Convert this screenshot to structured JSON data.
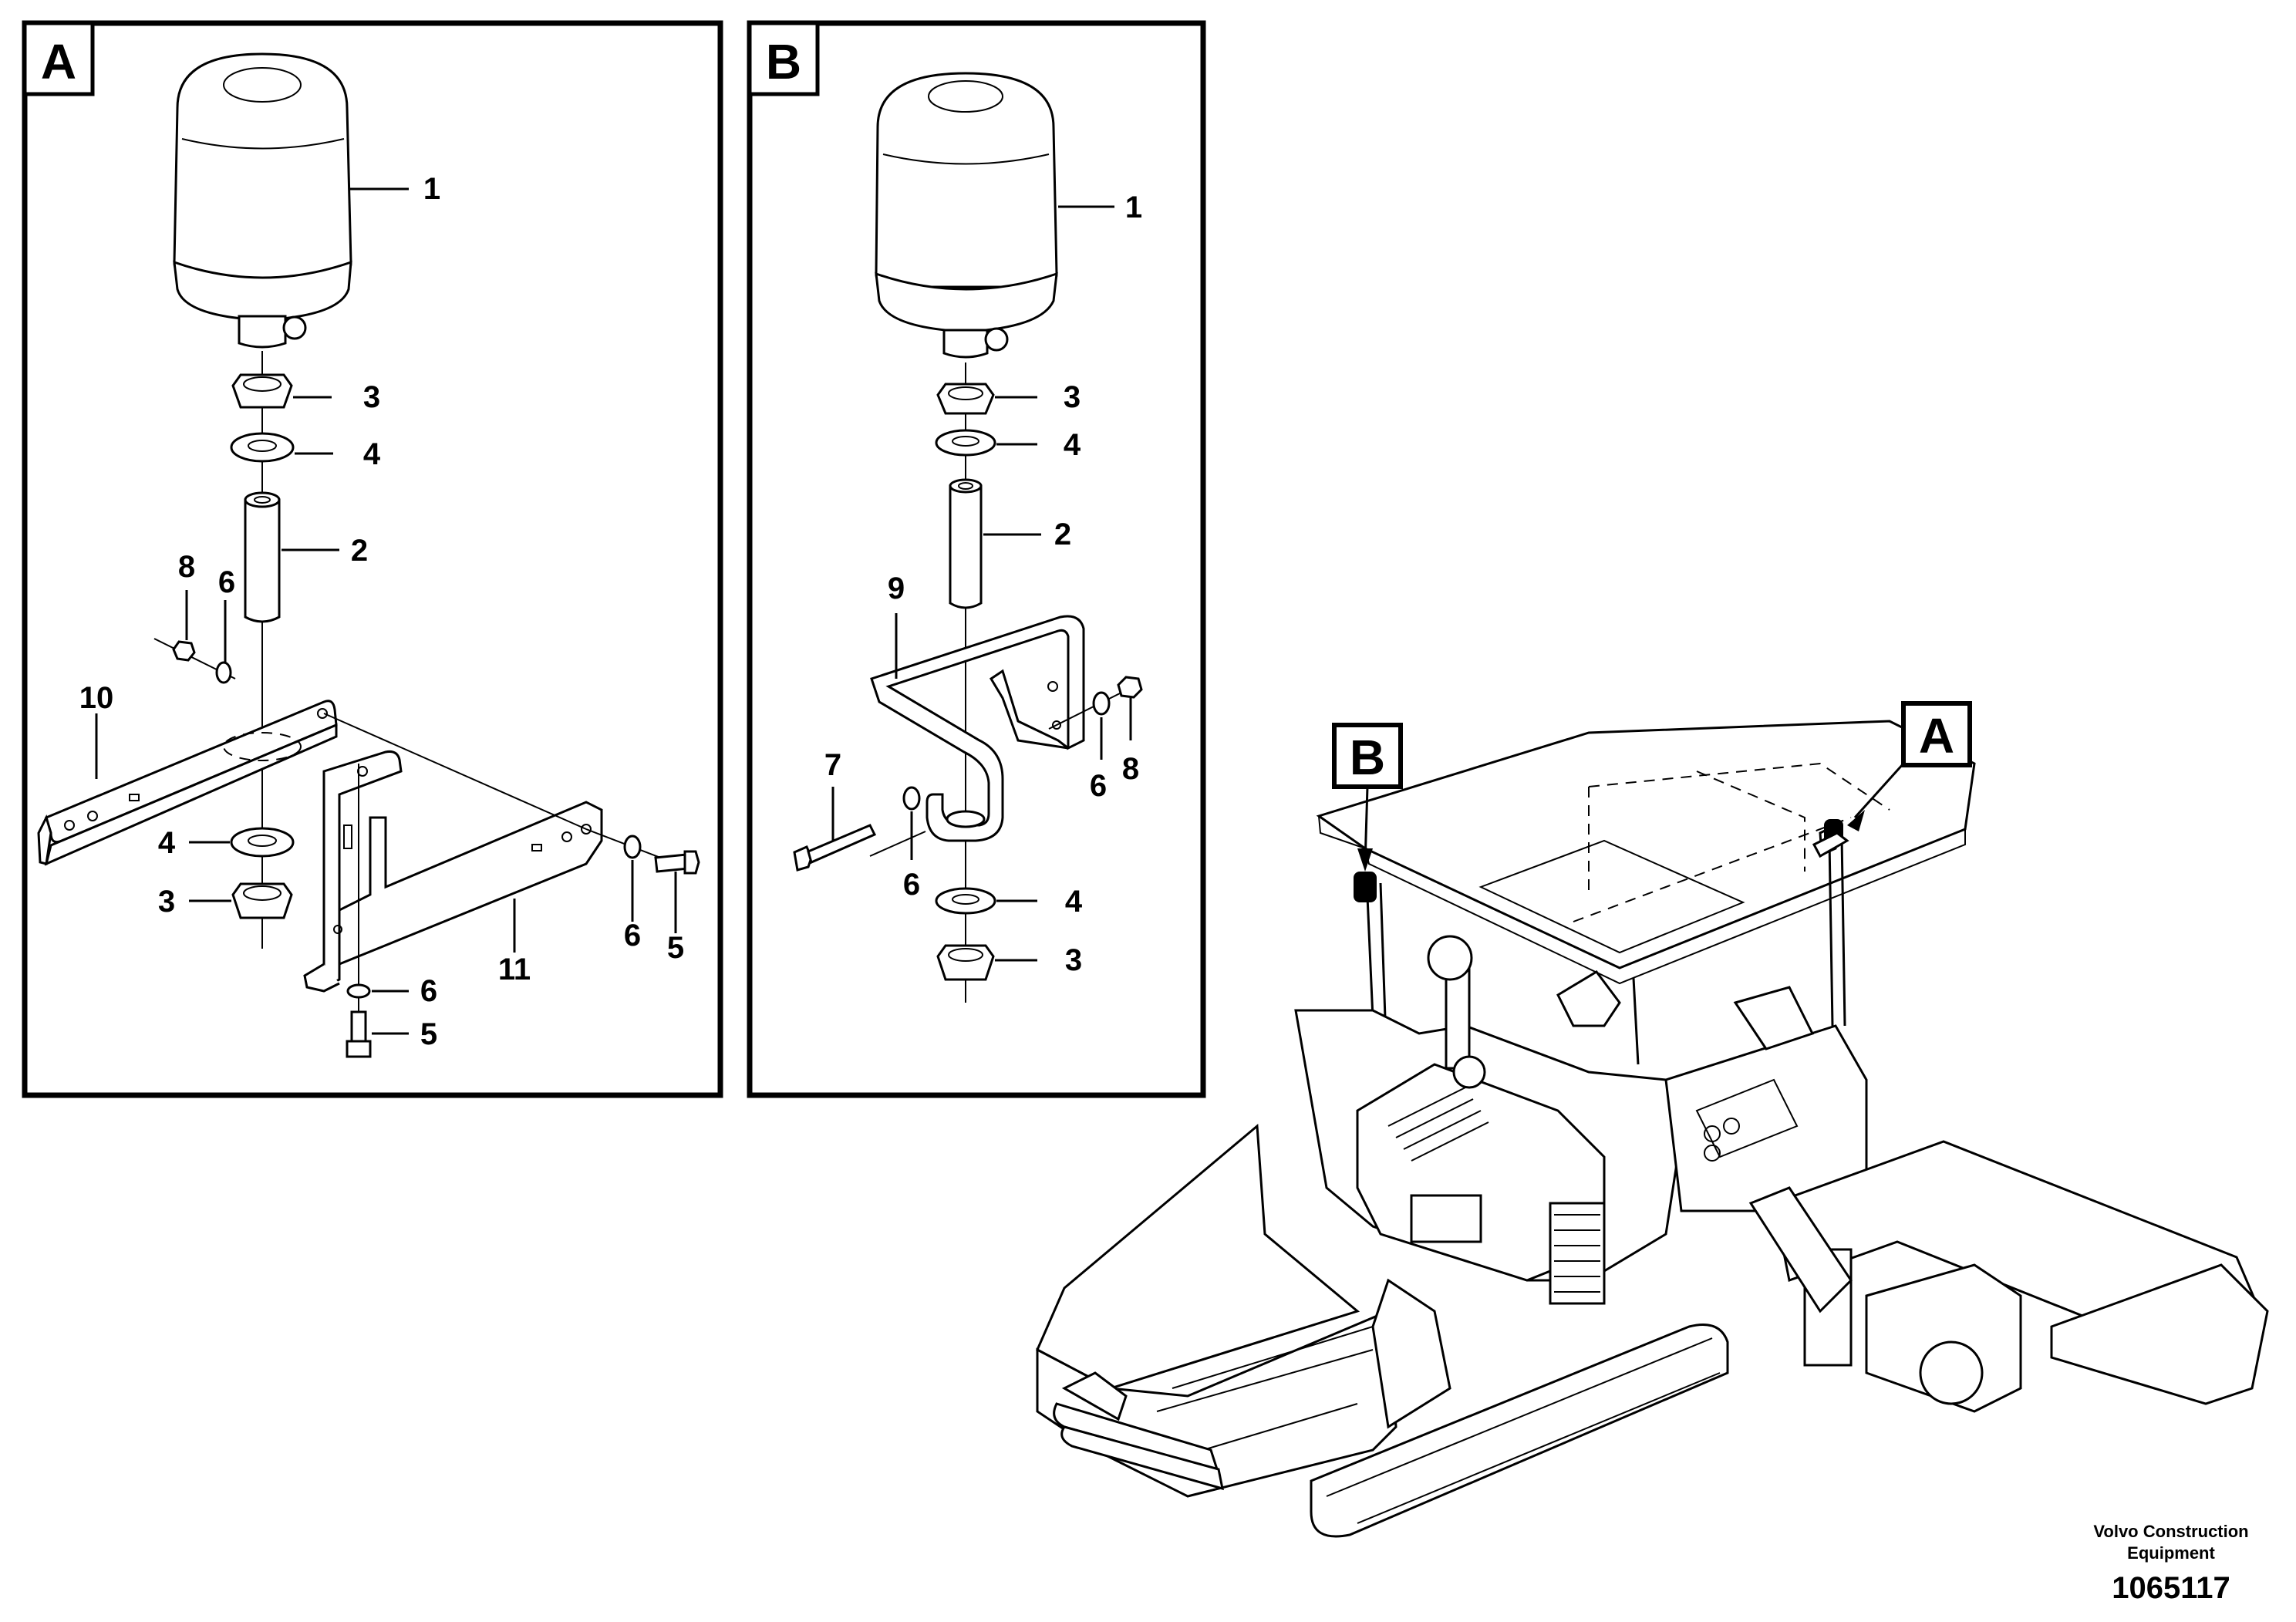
{
  "panels": [
    {
      "letter": "A",
      "callouts": [
        "1",
        "3",
        "4",
        "2",
        "8",
        "6",
        "10",
        "4",
        "3",
        "6",
        "5",
        "11",
        "6",
        "5"
      ]
    },
    {
      "letter": "B",
      "callouts": [
        "1",
        "3",
        "4",
        "2",
        "9",
        "7",
        "6",
        "6",
        "8",
        "4",
        "3"
      ]
    }
  ],
  "machine_markers": [
    "B",
    "A"
  ],
  "footer": {
    "brand_line1": "Volvo Construction",
    "brand_line2": "Equipment",
    "image_number": "1065117"
  }
}
